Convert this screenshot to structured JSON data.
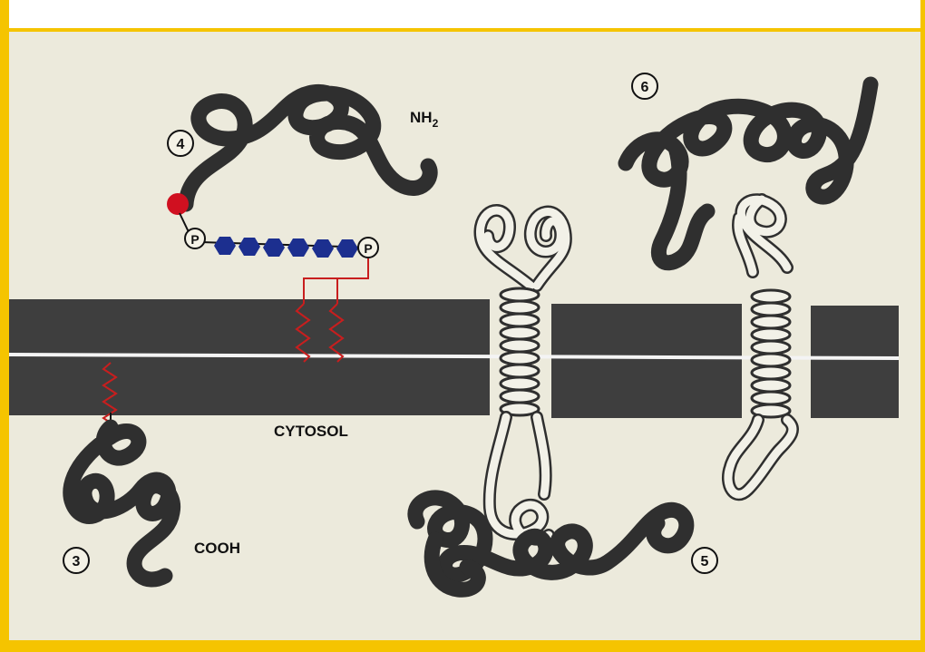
{
  "labels": {
    "nh2": "NH",
    "nh2_sub": "2",
    "cooh": "COOH",
    "cytosol": "CYTOSOL",
    "phosphate": "P"
  },
  "markers": {
    "m3": "3",
    "m4": "4",
    "m5": "5",
    "m6": "6"
  },
  "colors": {
    "membrane": "#3e3e3e",
    "protein": "#2f2f2f",
    "helix_fill": "#f2f1e8",
    "sugar": "#1c2f8f",
    "anchor_red": "#d01020",
    "linker": "#c81e1e",
    "frame": "#f5c400",
    "background": "#eceadc"
  }
}
